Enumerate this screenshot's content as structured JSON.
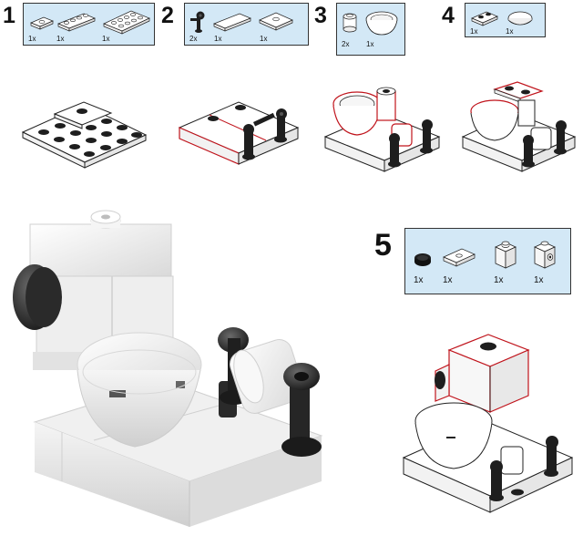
{
  "steps": [
    {
      "number": "1",
      "parts": [
        {
          "qty": "1x"
        },
        {
          "qty": "1x"
        },
        {
          "qty": "1x"
        }
      ]
    },
    {
      "number": "2",
      "parts": [
        {
          "qty": "2x"
        },
        {
          "qty": "1x"
        },
        {
          "qty": "1x"
        }
      ]
    },
    {
      "number": "3",
      "parts": [
        {
          "qty": "2x"
        },
        {
          "qty": "1x"
        }
      ]
    },
    {
      "number": "4",
      "parts": [
        {
          "qty": "1x"
        },
        {
          "qty": "1x"
        }
      ]
    },
    {
      "number": "5",
      "parts": [
        {
          "qty": "1x"
        },
        {
          "qty": "1x"
        },
        {
          "qty": "1x"
        },
        {
          "qty": "1x"
        }
      ]
    }
  ],
  "colors": {
    "parts_box": "#d3e8f6",
    "brick_white": "#f4f4f4",
    "brick_black": "#1e1e1e",
    "highlight_red": "#c0141c",
    "outline": "#222222"
  }
}
